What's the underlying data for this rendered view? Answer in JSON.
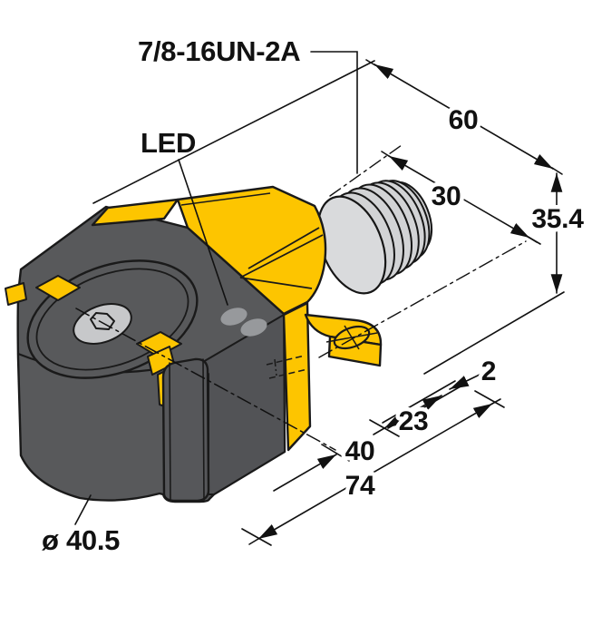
{
  "drawing": {
    "title": "sensor-dimensional-drawing",
    "labels": {
      "thread": "7/8-16UN-2A",
      "led": "LED",
      "diameter": "ø 40.5"
    },
    "dimensions": {
      "overall_width": "60",
      "connector_length": "30",
      "height": "35.4",
      "bracket_step": "2",
      "hole_offset": "23",
      "body_length": "40",
      "overall_length": "74"
    },
    "colors": {
      "housing_yellow": "#FDC500",
      "body_gray": "#58595B",
      "body_gray_front": "#525356",
      "connector_gray": "#D2D3D5",
      "collar_gray": "#D9DADC",
      "hub_gray": "#C7C8CA",
      "led_gray": "#97999C",
      "line_black": "#1A1A1A"
    }
  }
}
